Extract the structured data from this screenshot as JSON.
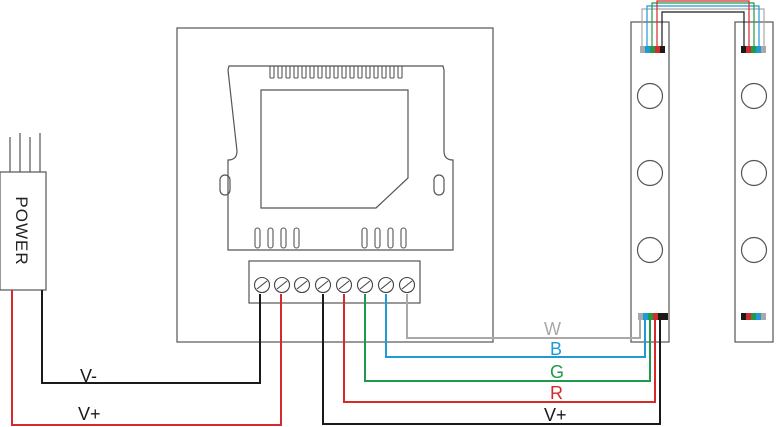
{
  "power": {
    "label": "POWER"
  },
  "wires": {
    "v_minus": {
      "label": "V-",
      "color": "#1a1a1a"
    },
    "v_plus_power": {
      "label": "V+",
      "color": "#d42a2a"
    },
    "w": {
      "label": "W",
      "color": "#a9a9a9"
    },
    "b": {
      "label": "B",
      "color": "#1e9ad6"
    },
    "g": {
      "label": "G",
      "color": "#1e9a4a"
    },
    "r": {
      "label": "R",
      "color": "#d42a2a"
    },
    "v_plus_strip": {
      "label": "V+",
      "color": "#1a1a1a"
    }
  },
  "strip_pin_colors": [
    "#a9a9a9",
    "#1e9ad6",
    "#1e9a4a",
    "#d42a2a",
    "#1a1a1a"
  ],
  "outline_color": "#555555"
}
